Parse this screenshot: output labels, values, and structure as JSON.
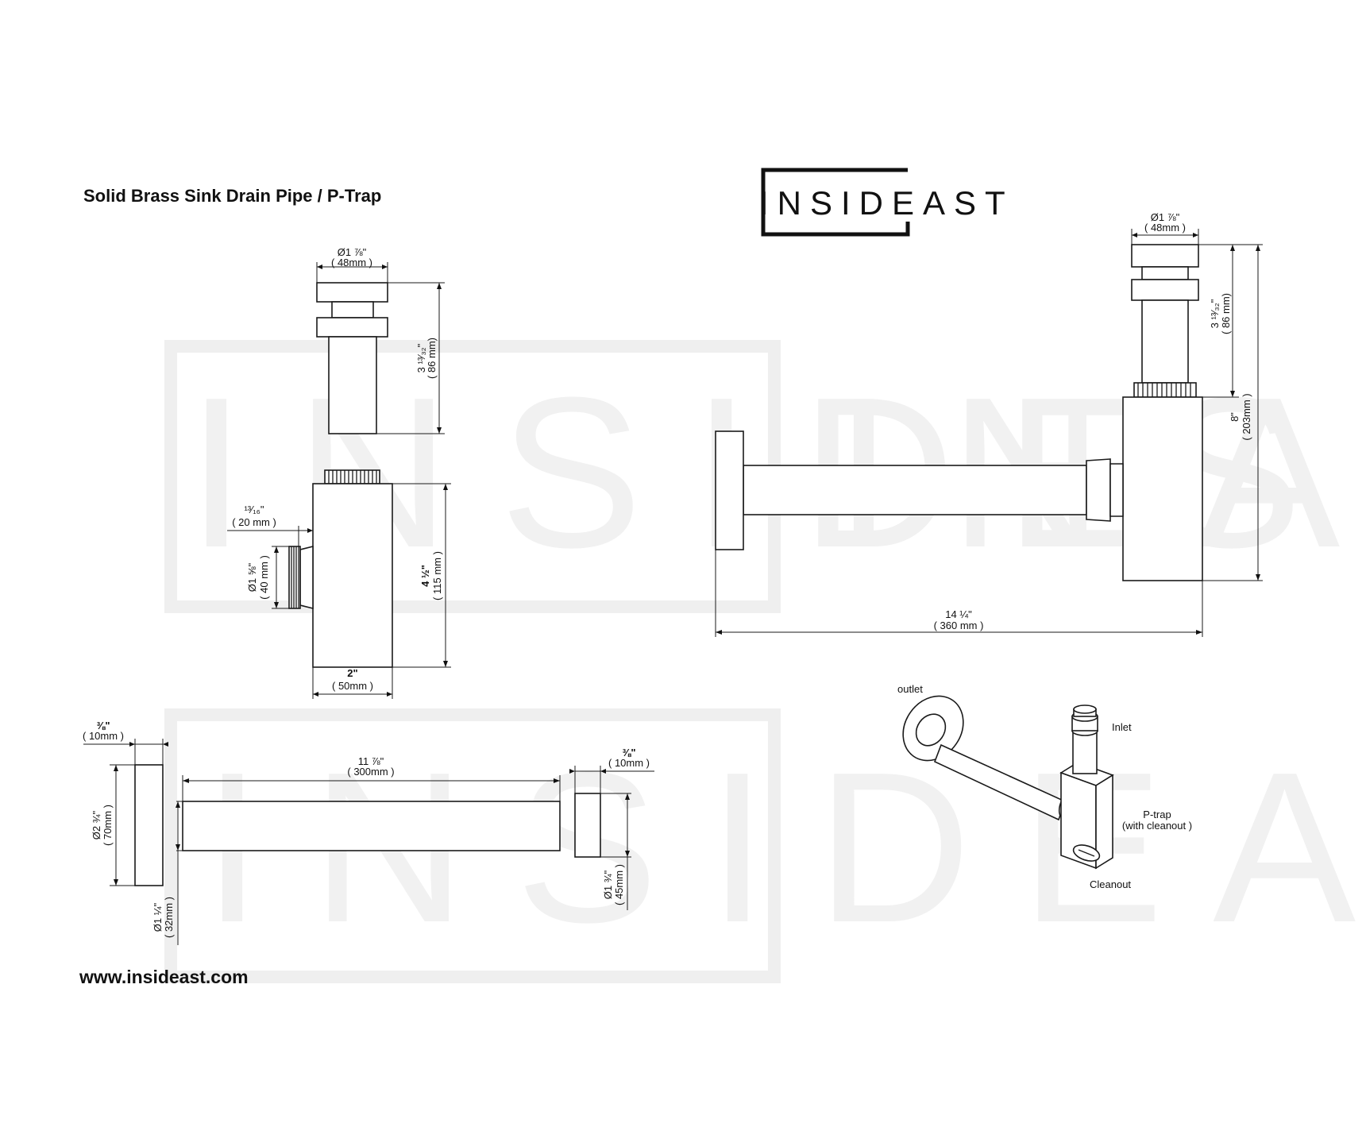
{
  "title": "Solid Brass Sink Drain Pipe / P-Trap",
  "brand": "INSIDEAST",
  "watermark": "INSIDEAST",
  "website": "www.insideast.com",
  "colors": {
    "line": "#1a1a1a",
    "watermark": "#efefef",
    "background": "#ffffff"
  },
  "top_cap": {
    "dia_in": "Ø1 ⅞\"",
    "dia_mm": "( 48mm )",
    "height_in": "3 ¹³⁄₃₂\"",
    "height_mm": "( 86 mm)"
  },
  "trap_body": {
    "offset_in": "¹³⁄₁₆\"",
    "offset_mm": "( 20 mm )",
    "outlet_dia_in": "Ø1 ⅝\"",
    "outlet_dia_mm": "( 40 mm )",
    "height_in": "4 ½\"",
    "height_mm": "( 115 mm )",
    "width_in": "2\"",
    "width_mm": "( 50mm )"
  },
  "assembly": {
    "dia_in": "Ø1 ⅞\"",
    "dia_mm": "( 48mm )",
    "inlet_height_in": "3 ¹³⁄₃₂\"",
    "inlet_height_mm": "( 86 mm)",
    "total_height_in": "8\"",
    "total_height_mm": "( 203mm )",
    "length_in": "14 ¼\"",
    "length_mm": "( 360 mm )"
  },
  "pipe_parts": {
    "flange_thk_in": "⅜\"",
    "flange_thk_mm": "( 10mm )",
    "flange_dia_in": "Ø2 ¾\"",
    "flange_dia_mm": "( 70mm )",
    "pipe_len_in": "11 ⅞\"",
    "pipe_len_mm": "( 300mm )",
    "pipe_dia_in": "Ø1 ¼\"",
    "pipe_dia_mm": "( 32mm )",
    "nut_thk_in": "⅜\"",
    "nut_thk_mm": "( 10mm )",
    "nut_dia_in": "Ø1 ¾\"",
    "nut_dia_mm": "( 45mm )"
  },
  "iso_labels": {
    "outlet": "outlet",
    "inlet": "Inlet",
    "ptrap": "P-trap",
    "ptrap_sub": "(with cleanout )",
    "cleanout": "Cleanout"
  }
}
